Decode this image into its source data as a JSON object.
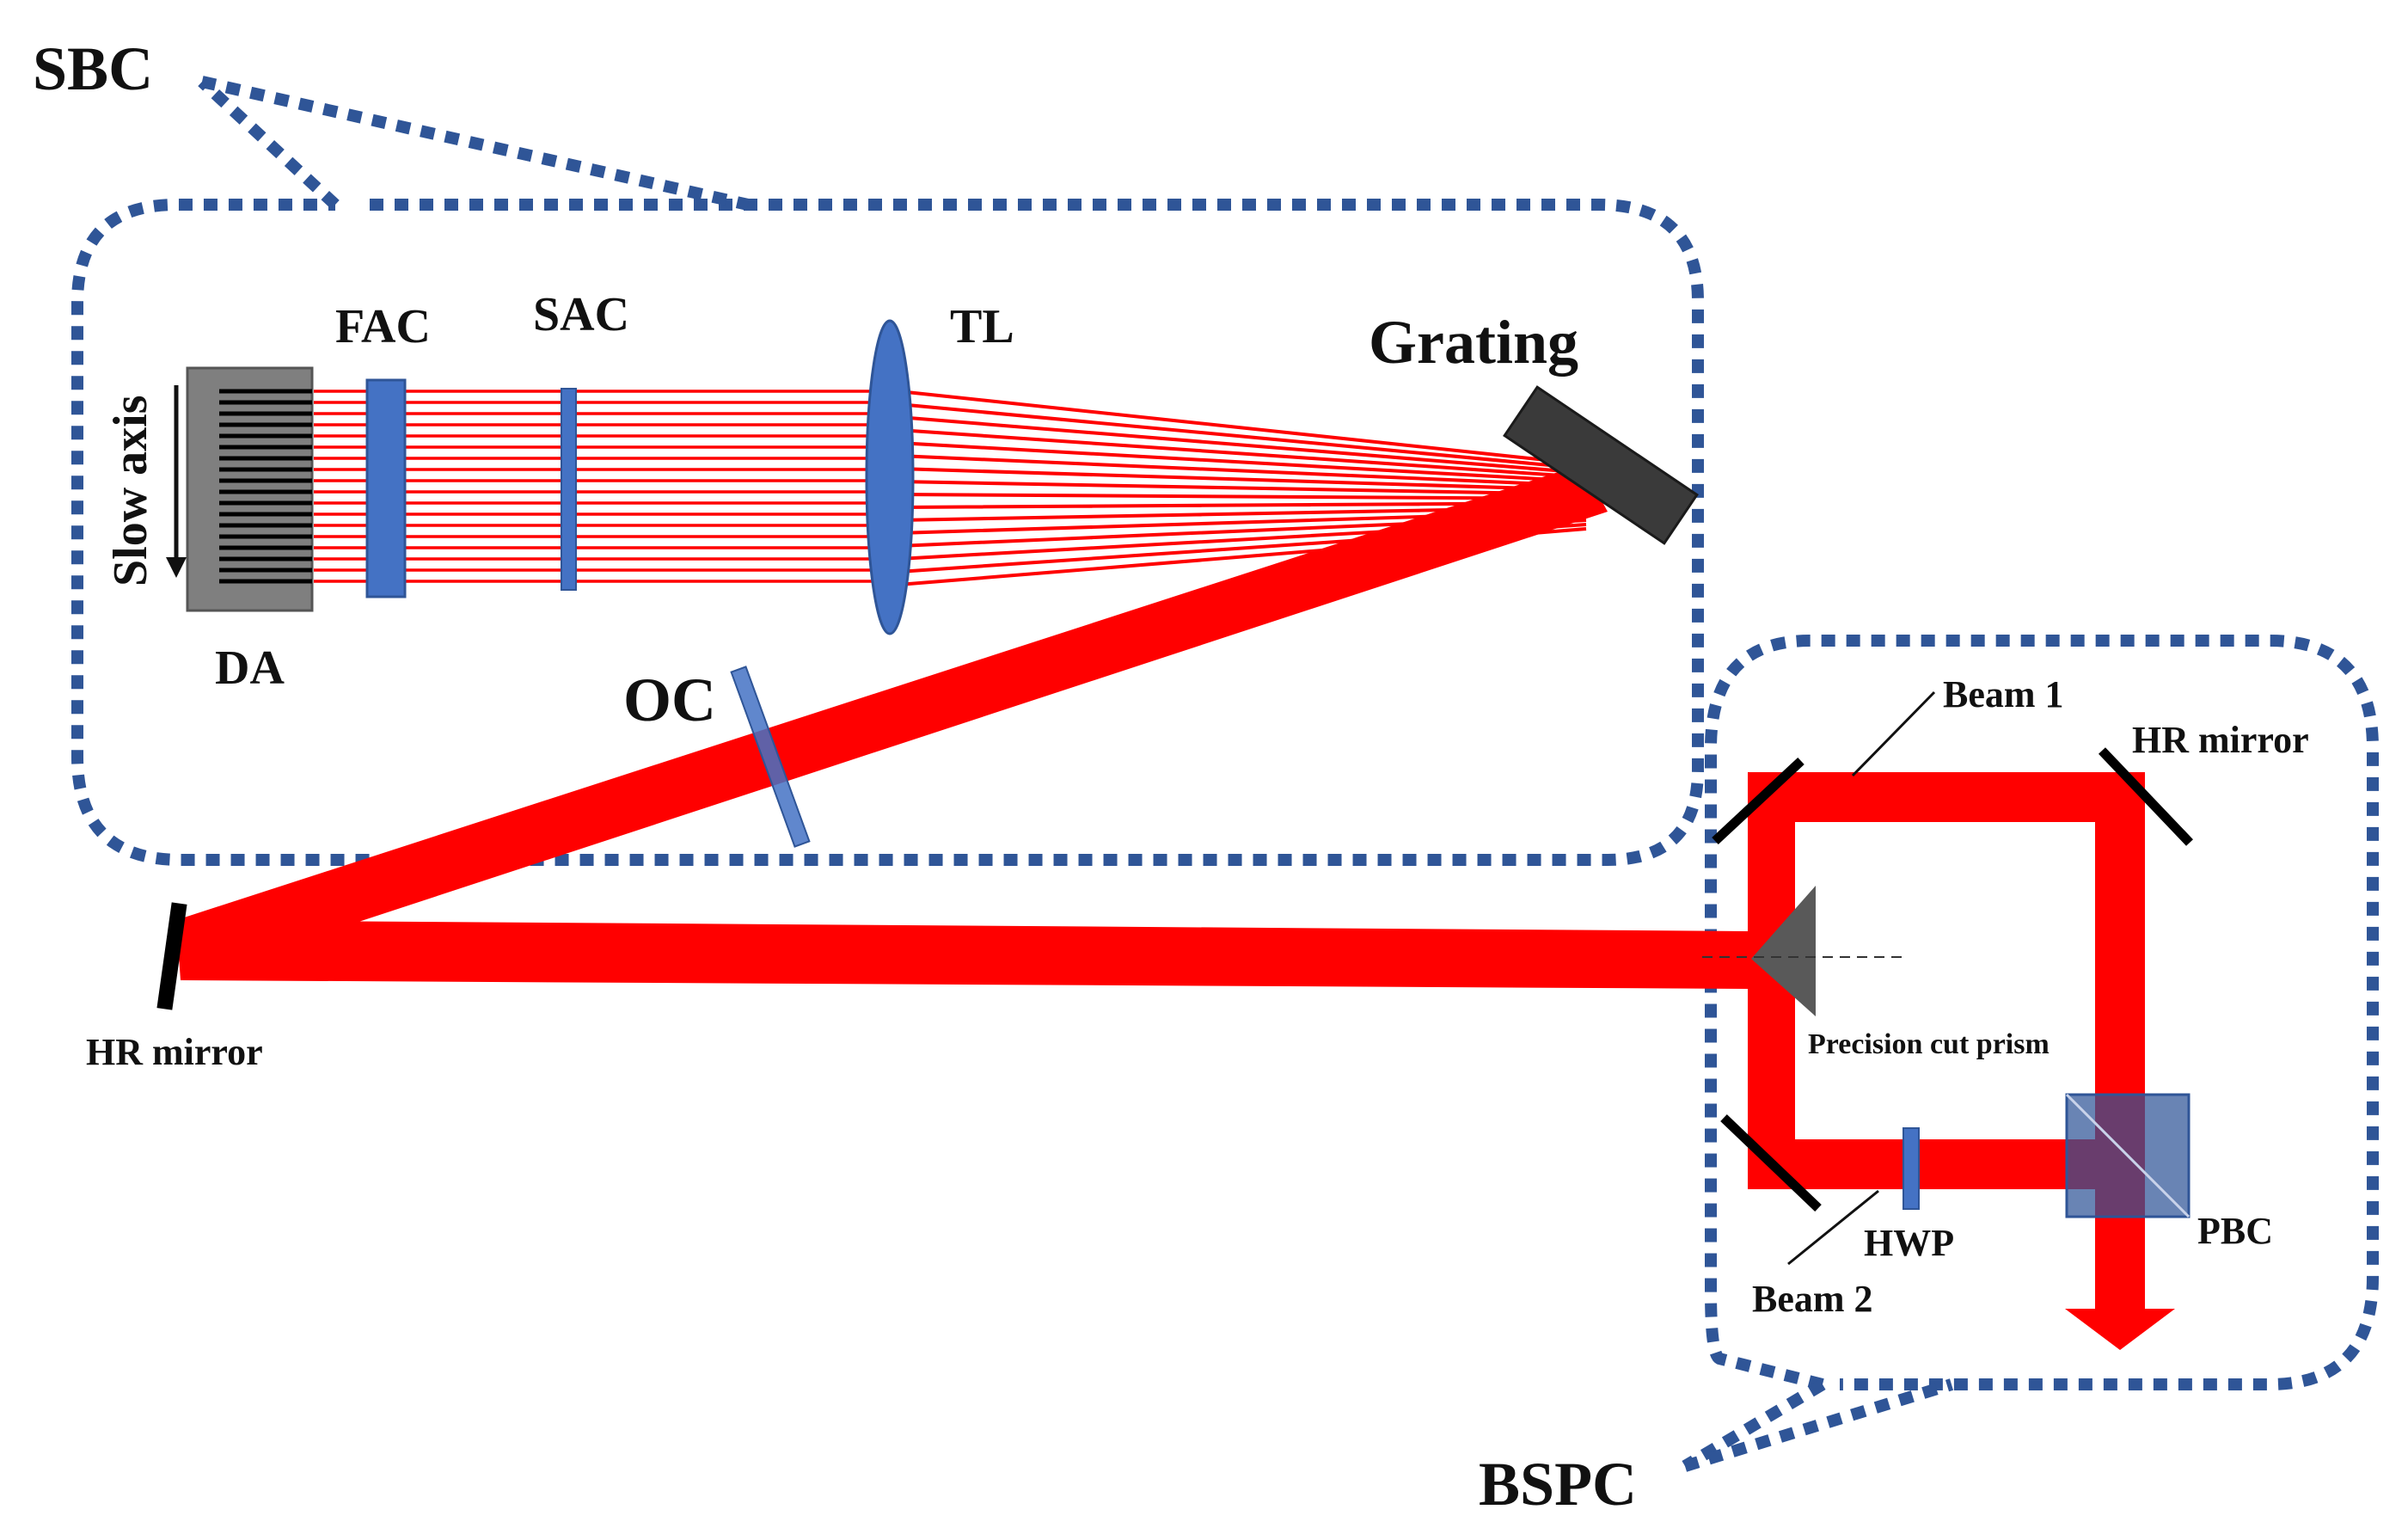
{
  "labels": {
    "sbc": "SBC",
    "bspc": "BSPC",
    "fac": "FAC",
    "sac": "SAC",
    "tl": "TL",
    "grating": "Grating",
    "slow_axis": "Slow axis",
    "da": "DA",
    "oc": "OC",
    "hr_mirror_left": "HR mirror",
    "beam1": "Beam 1",
    "hr_mirror_right": "HR mirror",
    "prism": "Precision cut prism",
    "hwp": "HWP",
    "pbc": "PBC",
    "beam2": "Beam 2"
  },
  "colors": {
    "beam": "#ff0000",
    "outline": "#2f5597",
    "optic": "#4472c4",
    "grating": "#3a3a3a",
    "prism": "#595959",
    "diode": "#7f7f7f"
  }
}
